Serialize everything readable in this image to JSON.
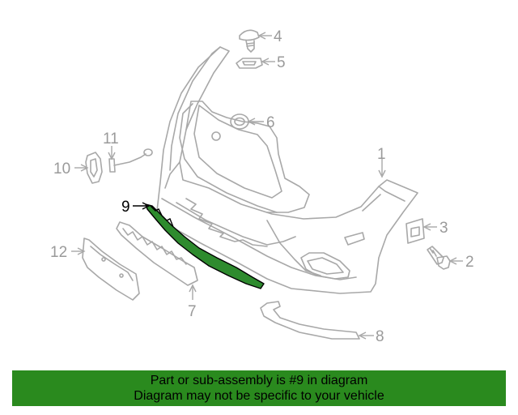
{
  "diagram": {
    "callouts": [
      {
        "id": "1",
        "label": "1"
      },
      {
        "id": "2",
        "label": "2"
      },
      {
        "id": "3",
        "label": "3"
      },
      {
        "id": "4",
        "label": "4"
      },
      {
        "id": "5",
        "label": "5"
      },
      {
        "id": "6",
        "label": "6"
      },
      {
        "id": "7",
        "label": "7"
      },
      {
        "id": "8",
        "label": "8"
      },
      {
        "id": "9",
        "label": "9"
      },
      {
        "id": "10",
        "label": "10"
      },
      {
        "id": "11",
        "label": "11"
      },
      {
        "id": "12",
        "label": "12"
      }
    ],
    "highlighted_part": "9",
    "highlight_color": "#2e8b2e"
  },
  "banner": {
    "line1": "Part or sub-assembly is #9 in diagram",
    "line2": "Diagram may not be specific to your vehicle",
    "background": "#2a8a1e"
  }
}
